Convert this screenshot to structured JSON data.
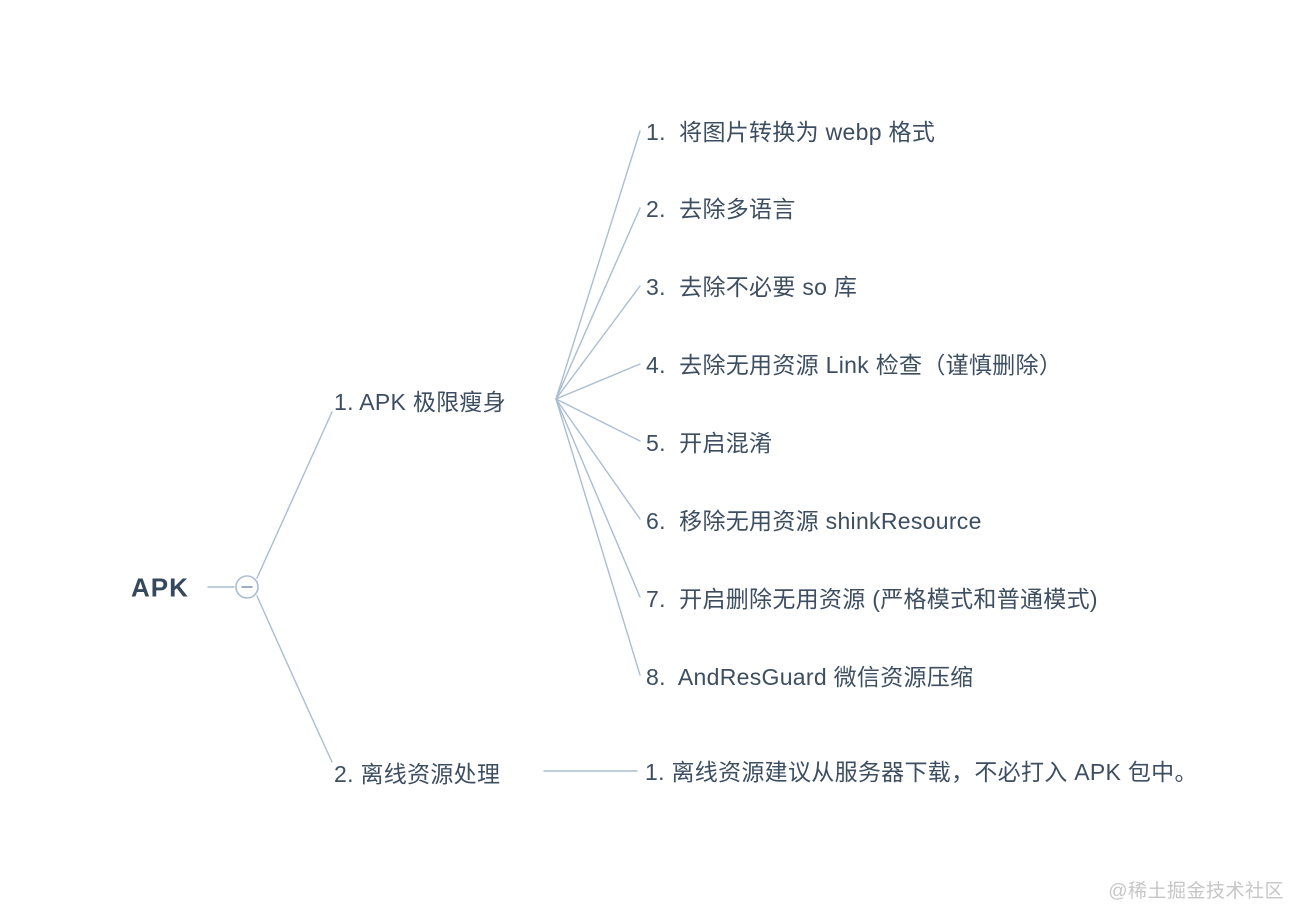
{
  "root": {
    "label": "APK"
  },
  "toggle": {
    "state": "expanded",
    "symbol": "−"
  },
  "branches": [
    {
      "label": "1. APK 极限瘦身",
      "children": [
        "1.  将图片转换为 webp 格式",
        "2.  去除多语言",
        "3.  去除不必要 so 库",
        "4.  去除无用资源 Link 检查（谨慎删除）",
        "5.  开启混淆",
        "6.  移除无用资源 shinkResource",
        "7.  开启删除无用资源 (严格模式和普通模式)",
        "8.  AndResGuard 微信资源压缩"
      ]
    },
    {
      "label": "2. 离线资源处理",
      "children": [
        "1. 离线资源建议从服务器下载，不必打入 APK 包中。"
      ]
    }
  ],
  "watermark": "@稀土掘金技术社区",
  "colors": {
    "text": "#3d4e61",
    "line": "#aabdd2",
    "watermark": "#c6c6c6",
    "background": "#ffffff"
  }
}
